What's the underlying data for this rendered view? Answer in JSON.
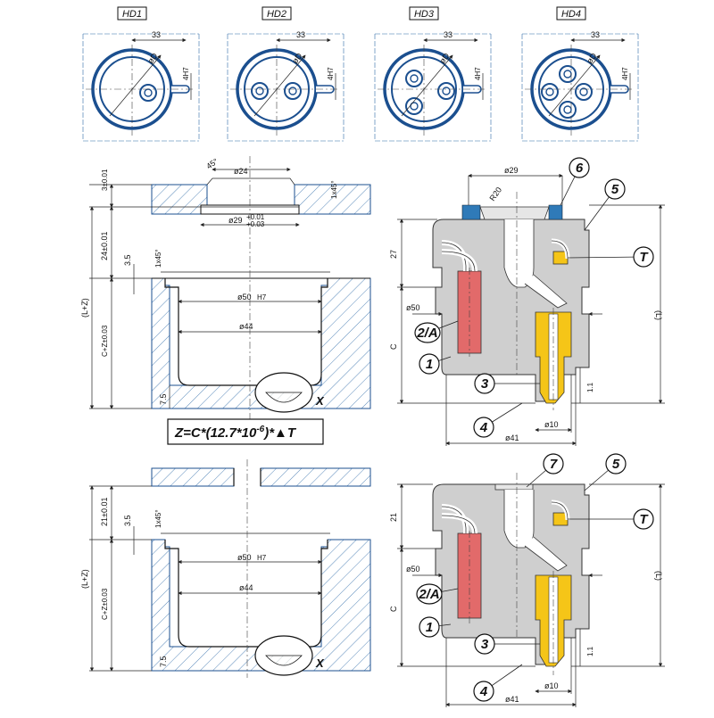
{
  "colors": {
    "outline_blue": "#1b4f8f",
    "hatch_blue": "#2e6aa8",
    "body_grey": "#cfcfcf",
    "manifold_red": "#e26a6a",
    "nozzle_yellow": "#f5c518",
    "seal_blue": "#2f7ab8"
  },
  "heads": [
    {
      "label": "HD1",
      "dim_33": "33",
      "dim_d": "øD",
      "dim_4h7": "4H7"
    },
    {
      "label": "HD2",
      "dim_33": "33",
      "dim_d": "øD",
      "dim_4h7": "4H7"
    },
    {
      "label": "HD3",
      "dim_33": "33",
      "dim_d": "øD",
      "dim_4h7": "4H7"
    },
    {
      "label": "HD4",
      "dim_33": "33",
      "dim_d": "øD",
      "dim_4h7": "4H7"
    }
  ],
  "top_section": {
    "angle": "45°",
    "d24": "ø24",
    "chamfer_top": "1x45°",
    "d29_main": "ø29",
    "d29_tol_up": "+0.01",
    "d29_tol_dn": "+0.03",
    "h3": "3±0.01",
    "h24": "24±0.01",
    "h35": "3.5",
    "chamfer_mid": "1x45°",
    "lz": "(L+Z)",
    "cz": "C+Z±0.03",
    "d50": "ø50",
    "d50_tol": "H7",
    "d44": "ø44",
    "h75": "7.5",
    "x": "X"
  },
  "formula": {
    "text": "Z=C*(12.7*10",
    "exp": "-6",
    "tail": ")*▲T"
  },
  "bottom_section": {
    "h21": "21±0.01",
    "h35": "3.5",
    "chamfer": "1x45°",
    "lz": "(L+Z)",
    "cz": "C+Z±0.03",
    "d50": "ø50",
    "d50_tol": "H7",
    "d44": "ø44",
    "h75": "7.5",
    "x": "X"
  },
  "top_assembly": {
    "d29": "ø29",
    "r20": "R20",
    "h27": "27",
    "d50": "ø50",
    "c": "C",
    "l": "(L)",
    "h11": "1.1",
    "d10": "ø10",
    "d41": "ø41",
    "callouts": [
      "6",
      "5",
      "T",
      "2/A",
      "1",
      "3",
      "4"
    ]
  },
  "bottom_assembly": {
    "h21": "21",
    "d50": "ø50",
    "c": "C",
    "l": "(L)",
    "h11": "1.1",
    "d10": "ø10",
    "d41": "ø41",
    "callouts": [
      "7",
      "5",
      "T",
      "2/A",
      "1",
      "3",
      "4"
    ]
  }
}
